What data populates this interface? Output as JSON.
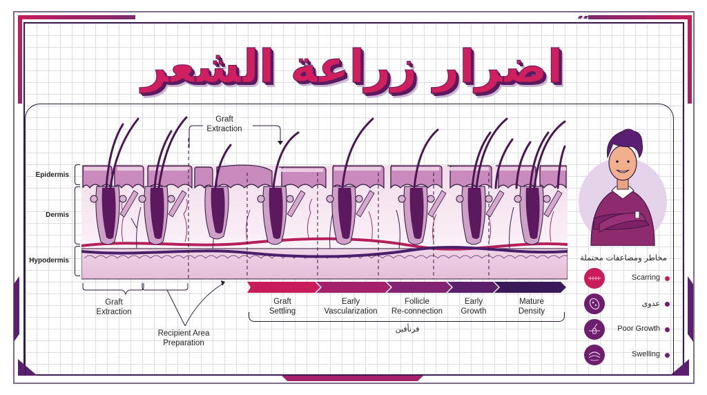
{
  "title": "اضرار زراعة الشعر",
  "colors": {
    "primary_pink": "#cf1f5e",
    "deep_purple": "#5b1a5e",
    "dark_navy": "#2b1638",
    "grid_line": "#e1dbe6",
    "skin_epidermis": "#c98bbd",
    "skin_dermis": "#f6e6f1",
    "skin_hypodermis": "#eccde2"
  },
  "skin_layers": [
    {
      "label": "Epidermis"
    },
    {
      "label": "Dermis"
    },
    {
      "label": "Hypodermis"
    }
  ],
  "annotations": {
    "graft_extraction_top": "Graft\nExtraction",
    "graft_extraction_top_line1": "Graft",
    "graft_extraction_top_line2": "Extraction",
    "graft_extraction_bottom_line1": "Graft",
    "graft_extraction_bottom_line2": "Extraction",
    "recipient_line1": "Recipient Area",
    "recipient_line2": "Preparation"
  },
  "timeline": {
    "phases": [
      {
        "line1": "Graft",
        "line2": "Settling",
        "color": "#c91c5a"
      },
      {
        "line1": "Early",
        "line2": "Vascularization",
        "color": "#a3206a"
      },
      {
        "line1": "Follicle",
        "line2": "Re-connection",
        "color": "#82246f"
      },
      {
        "line1": "Early",
        "line2": "Growth",
        "color": "#5d1f6c"
      },
      {
        "line1": "Mature",
        "line2": "Density",
        "color": "#3a1958"
      }
    ],
    "caption": "فرنأفين"
  },
  "risks": {
    "title": "مخاطر ومضاعفات محتملة",
    "items": [
      {
        "label": "Scarring",
        "icon": "scar-icon",
        "icon_color": "#c91c5a",
        "dot_color": "#c91c5a"
      },
      {
        "label": "عدوى",
        "icon": "bacteria-icon",
        "icon_color": "#6d1f6e",
        "dot_color": "#6d1f6e"
      },
      {
        "label": "Poor Growth",
        "icon": "hair-follicle-icon",
        "icon_color": "#6d1f6e",
        "dot_color": "#6d1f6e"
      },
      {
        "label": "Swelling",
        "icon": "swelling-icon",
        "icon_color": "#6d1f6e",
        "dot_color": "#6d1f6e"
      }
    ]
  }
}
